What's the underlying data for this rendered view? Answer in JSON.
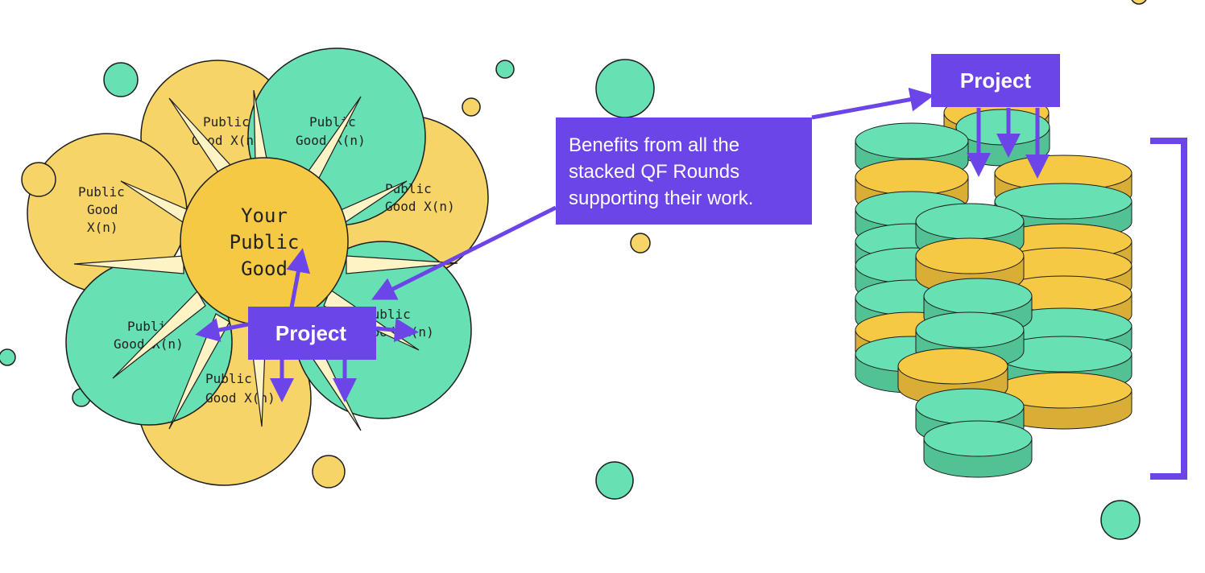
{
  "colors": {
    "yellow": "#f7d467",
    "green": "#67e0b4",
    "purple": "#6c45e8",
    "center": "#f6c944",
    "ray": "#fdf3c4",
    "coin_green_top": "#67e0b4",
    "coin_green_side": "#52c193",
    "coin_yellow_top": "#f6c944",
    "coin_yellow_side": "#d9ae36",
    "outline": "#1d1d1d"
  },
  "flower": {
    "center_label": [
      "Your",
      "Public",
      "Good"
    ],
    "petal_label_lines": [
      "Public",
      "Good",
      "X(n)"
    ],
    "petal_label_inline": [
      "Public",
      "Good X(n)"
    ]
  },
  "project_label": "Project",
  "stack_project_label": "Project",
  "callout": {
    "lines": [
      "Benefits from all the",
      "stacked QF Rounds",
      "supporting their work."
    ]
  }
}
